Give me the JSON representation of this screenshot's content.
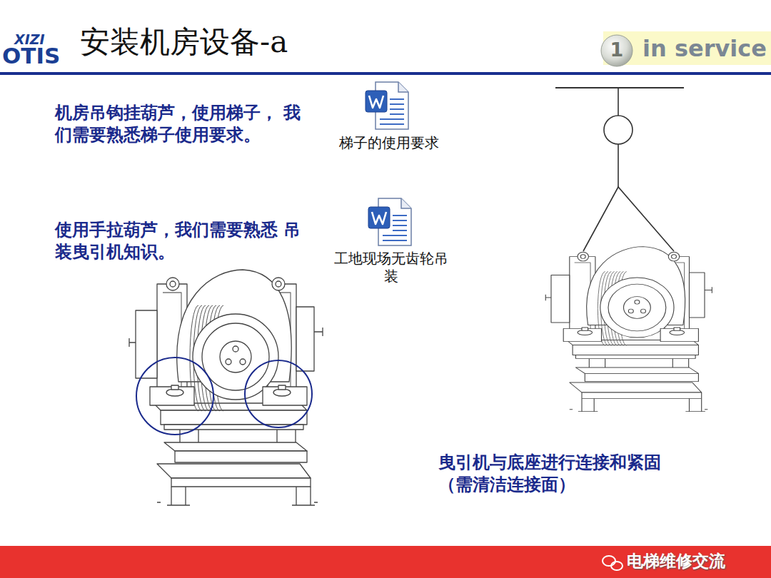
{
  "diagram": {
    "title": "安装机房设备-a",
    "labels": [
      "XIZI",
      "OTIS",
      "1",
      "in service",
      "机房吊钩挂葫芦，使用梯子， 我们需要熟悉梯子使用要求。",
      "梯子的使用要求",
      "使用手拉葫芦，我们需要熟悉 吊装曳引机知识。",
      "工地现场无齿轮吊 装",
      "曳引机与底座进行连接和紧固 （需清洁连接面）",
      "电梯维修交流"
    ]
  }
}
